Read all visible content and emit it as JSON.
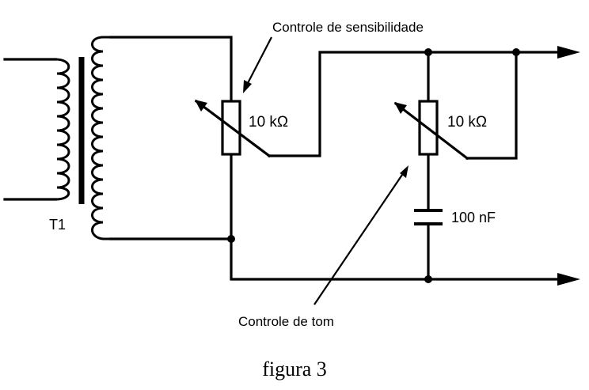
{
  "labels": {
    "sensitivity_control": "Controle de sensibilidade",
    "tone_control": "Controle de tom",
    "pot1_value": "10 kΩ",
    "pot2_value": "10 kΩ",
    "cap_value": "100 nF",
    "transformer": "T1"
  },
  "caption": "figura 3",
  "colors": {
    "ink": "#000000",
    "paper": "#ffffff"
  }
}
